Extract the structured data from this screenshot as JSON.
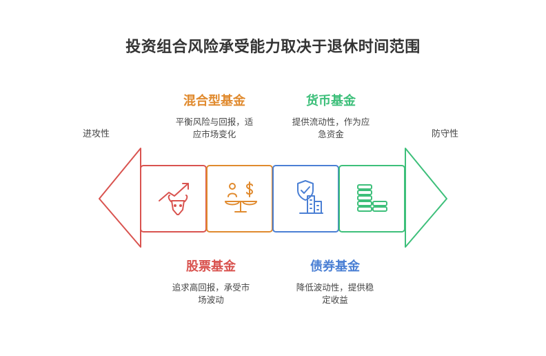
{
  "title": "投资组合风险承受能力取决于退休时间范围",
  "axis": {
    "left_label": "进攻性",
    "right_label": "防守性"
  },
  "colors": {
    "stock": "#d9534f",
    "hybrid": "#e08a2e",
    "bond": "#4a7fd4",
    "money": "#3dbf7a"
  },
  "funds": [
    {
      "key": "stock",
      "name": "股票基金",
      "desc_line1": "追求高回报，承受市",
      "desc_line2": "场波动",
      "icon": "bull-market-icon"
    },
    {
      "key": "hybrid",
      "name": "混合型基金",
      "desc_line1": "平衡风险与回报，适",
      "desc_line2": "应市场变化",
      "icon": "balance-scale-icon"
    },
    {
      "key": "bond",
      "name": "债券基金",
      "desc_line1": "降低波动性，提供稳",
      "desc_line2": "定收益",
      "icon": "shield-building-icon"
    },
    {
      "key": "money",
      "name": "货币基金",
      "desc_line1": "提供流动性，作为应",
      "desc_line2": "急资金",
      "icon": "coin-stack-icon"
    }
  ]
}
